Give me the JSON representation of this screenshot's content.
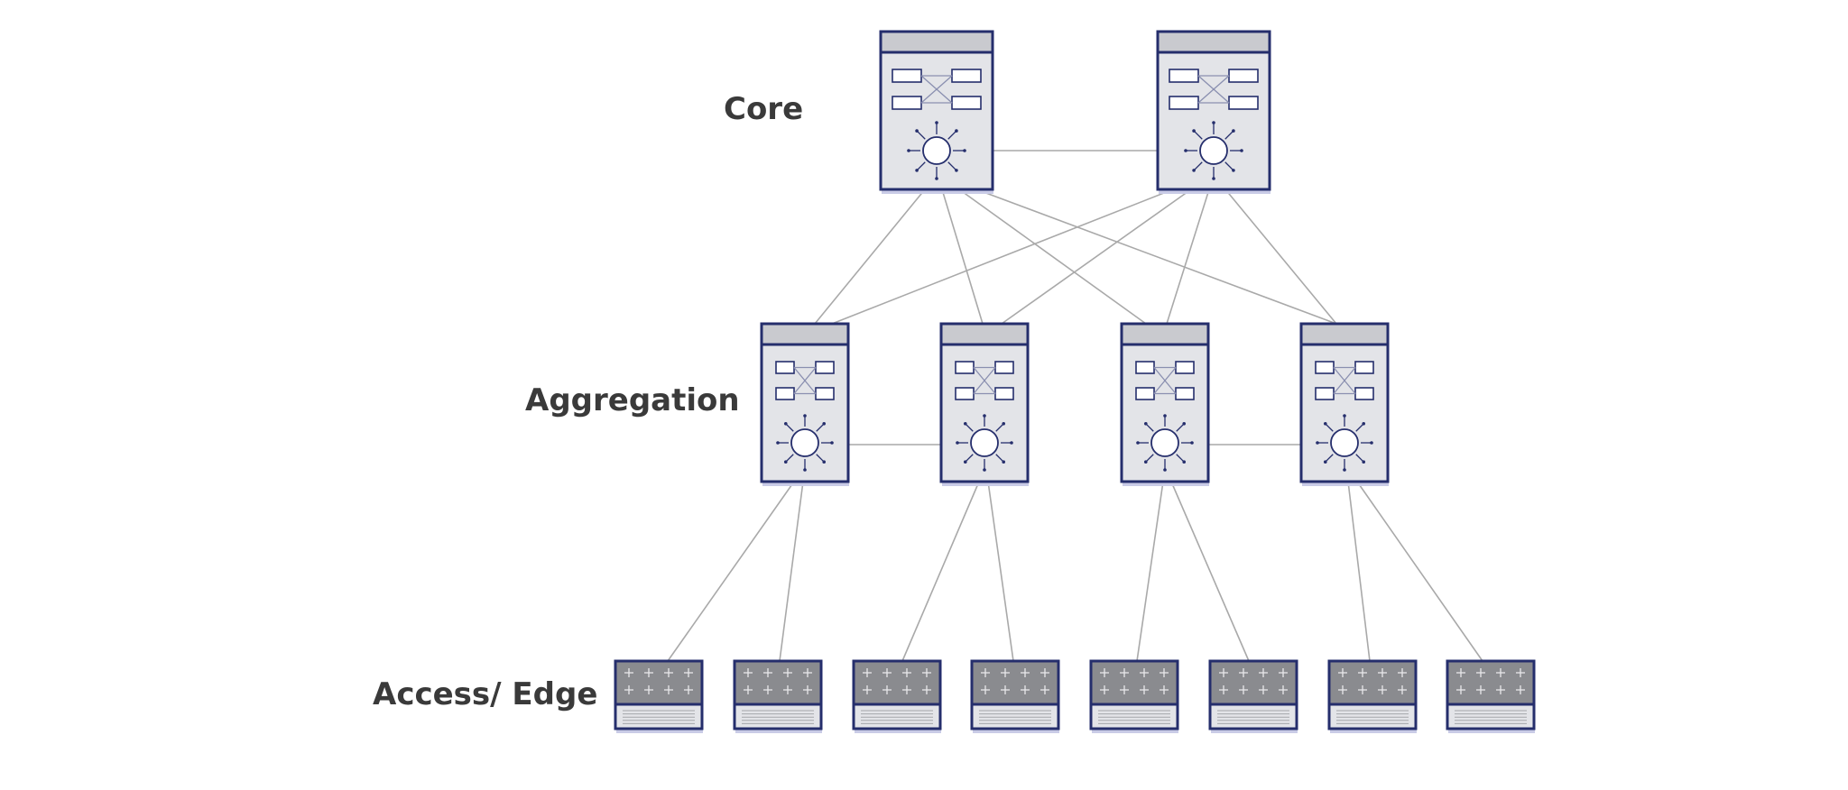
{
  "diagram": {
    "type": "network-topology",
    "tiers": [
      {
        "id": "core",
        "label": "Core",
        "device": "core-switch",
        "count": 2
      },
      {
        "id": "aggregation",
        "label": "Aggregation",
        "device": "aggregation-switch",
        "count": 4
      },
      {
        "id": "access",
        "label": "Access/ Edge",
        "device": "access-switch",
        "count": 8
      }
    ],
    "links": [
      [
        "core-1",
        "core-2"
      ],
      [
        "core-1",
        "agg-1"
      ],
      [
        "core-1",
        "agg-2"
      ],
      [
        "core-1",
        "agg-3"
      ],
      [
        "core-1",
        "agg-4"
      ],
      [
        "core-2",
        "agg-1"
      ],
      [
        "core-2",
        "agg-2"
      ],
      [
        "core-2",
        "agg-3"
      ],
      [
        "core-2",
        "agg-4"
      ],
      [
        "agg-1",
        "agg-2"
      ],
      [
        "agg-3",
        "agg-4"
      ],
      [
        "agg-1",
        "access-1"
      ],
      [
        "agg-1",
        "access-2"
      ],
      [
        "agg-2",
        "access-3"
      ],
      [
        "agg-2",
        "access-4"
      ],
      [
        "agg-3",
        "access-5"
      ],
      [
        "agg-3",
        "access-6"
      ],
      [
        "agg-4",
        "access-7"
      ],
      [
        "agg-4",
        "access-8"
      ]
    ],
    "colors": {
      "device_border": "#252e6c",
      "device_fill": "#e3e4e8",
      "device_header": "#c9cacf",
      "access_top": "#8a8b8f",
      "shadow": "#c9cbe6",
      "link": "#a9a9a9",
      "label": "#3a3a3a"
    }
  }
}
